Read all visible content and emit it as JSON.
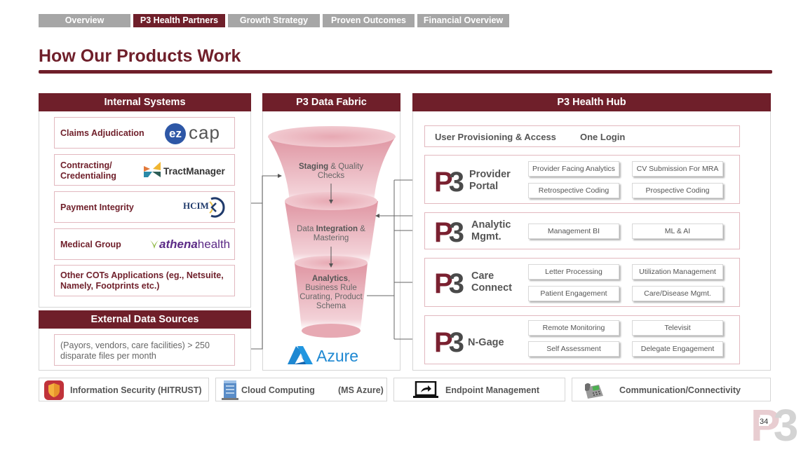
{
  "nav": {
    "tabs": [
      {
        "label": "Overview",
        "active": false
      },
      {
        "label": "P3 Health Partners",
        "active": true
      },
      {
        "label": "Growth Strategy",
        "active": false
      },
      {
        "label": "Proven Outcomes",
        "active": false
      },
      {
        "label": "Financial Overview",
        "active": false
      }
    ]
  },
  "title": "How Our Products Work",
  "colors": {
    "brand": "#6f1f2a",
    "tab_inactive": "#a6a6a6",
    "box_border": "#e2b8bf"
  },
  "internal": {
    "header": "Internal Systems",
    "items": [
      {
        "label": "Claims Adjudication",
        "logo": "ezcap-logo",
        "logo_text_a": "ez",
        "logo_text_b": "cap"
      },
      {
        "label": "Contracting/ Credentialing",
        "logo": "tractmanager-logo",
        "logo_text": "TractManager"
      },
      {
        "label": "Payment Integrity",
        "logo": "hcim-logo",
        "logo_text": "HCIM"
      },
      {
        "label": "Medical Group",
        "logo": "athenahealth-logo",
        "logo_text_a": "athena",
        "logo_text_b": "health"
      },
      {
        "label": "Other COTs Applications (eg., Netsuite, Namely, Footprints etc.)"
      }
    ]
  },
  "external": {
    "header": "External Data Sources",
    "text": "(Payors, vendors, care facilities) > 250 disparate files per month"
  },
  "fabric": {
    "header": "P3 Data Fabric",
    "stages": [
      {
        "bold": "Staging",
        "rest": " & Quality Checks"
      },
      {
        "pre": "Data ",
        "bold": "Integration",
        "rest": " & Mastering"
      },
      {
        "bold": "Analytics",
        "rest": ", Business Rule Curating, Product Schema"
      }
    ],
    "platform": "Azure"
  },
  "hub": {
    "header": "P3 Health Hub",
    "access": {
      "label": "User Provisioning & Access",
      "value": "One Login"
    },
    "brand_mark": {
      "p": "P",
      "three": "3"
    },
    "products": [
      {
        "name_1": "Provider",
        "name_2": "Portal",
        "chips": [
          "Provider Facing Analytics",
          "CV Submission For MRA",
          "Retrospective Coding",
          "Prospective Coding"
        ]
      },
      {
        "name_1": "Analytic",
        "name_2": "Mgmt.",
        "chips": [
          "Management BI",
          "ML & AI"
        ]
      },
      {
        "name_1": "Care",
        "name_2": "Connect",
        "chips": [
          "Letter Processing",
          "Utilization Management",
          "Patient Engagement",
          "Care/Disease Mgmt."
        ]
      },
      {
        "name_1": "N-Gage",
        "name_2": "",
        "chips": [
          "Remote Monitoring",
          "Televisit",
          "Self Assessment",
          "Delegate Engagement"
        ]
      }
    ]
  },
  "bottom": [
    {
      "label": "Information Security (HITRUST)",
      "icon": "shield-icon"
    },
    {
      "label": "Cloud Computing",
      "suffix": "(MS Azure)",
      "icon": "server-icon"
    },
    {
      "label": "Endpoint Management",
      "icon": "laptop-share-icon"
    },
    {
      "label": "Communication/Connectivity",
      "icon": "phone-icon"
    }
  ],
  "page_number": "34"
}
